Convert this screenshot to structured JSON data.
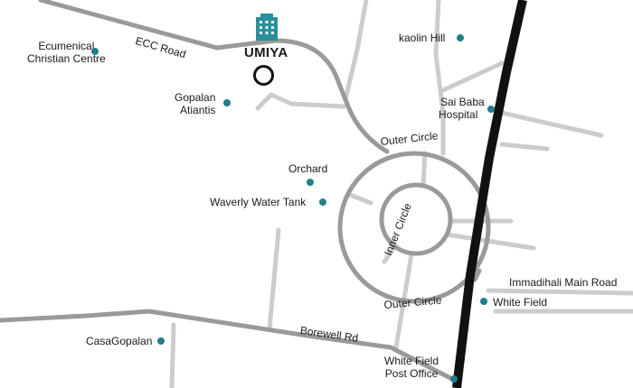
{
  "project": {
    "name": "UMIYA",
    "icon": "building-icon",
    "marker": "location-ring-icon"
  },
  "roads": {
    "ecc_road": "ECC Road",
    "outer_circle_top": "Outer Circle",
    "outer_circle_bottom": "Outer Circle",
    "inner_circle": "Inner Circle",
    "borewell_rd": "Borewell Rd",
    "immadihali_main_road": "Immadihali Main Road"
  },
  "places": {
    "ecumenical_line1": "Ecumenical",
    "ecumenical_line2": "Christian Centre",
    "kaolin_hill": "kaolin Hill",
    "gopalan_line1": "Gopalan",
    "gopalan_line2": "Atiantis",
    "sai_baba_line1": "Sai Baba",
    "sai_baba_line2": "Hospital",
    "orchard": "Orchard",
    "waverly_water_tank": "Waverly Water Tank",
    "white_field": "White Field",
    "casagopalan": "CasaGopalan",
    "post_office_line1": "White Field",
    "post_office_line2": "Post Office"
  },
  "colors": {
    "minor_road": "#cccccc",
    "major_road": "#9a9a9a",
    "rail_line": "#111111",
    "poi_dot": "#1f7f8c",
    "building": "#2a8f9c"
  }
}
